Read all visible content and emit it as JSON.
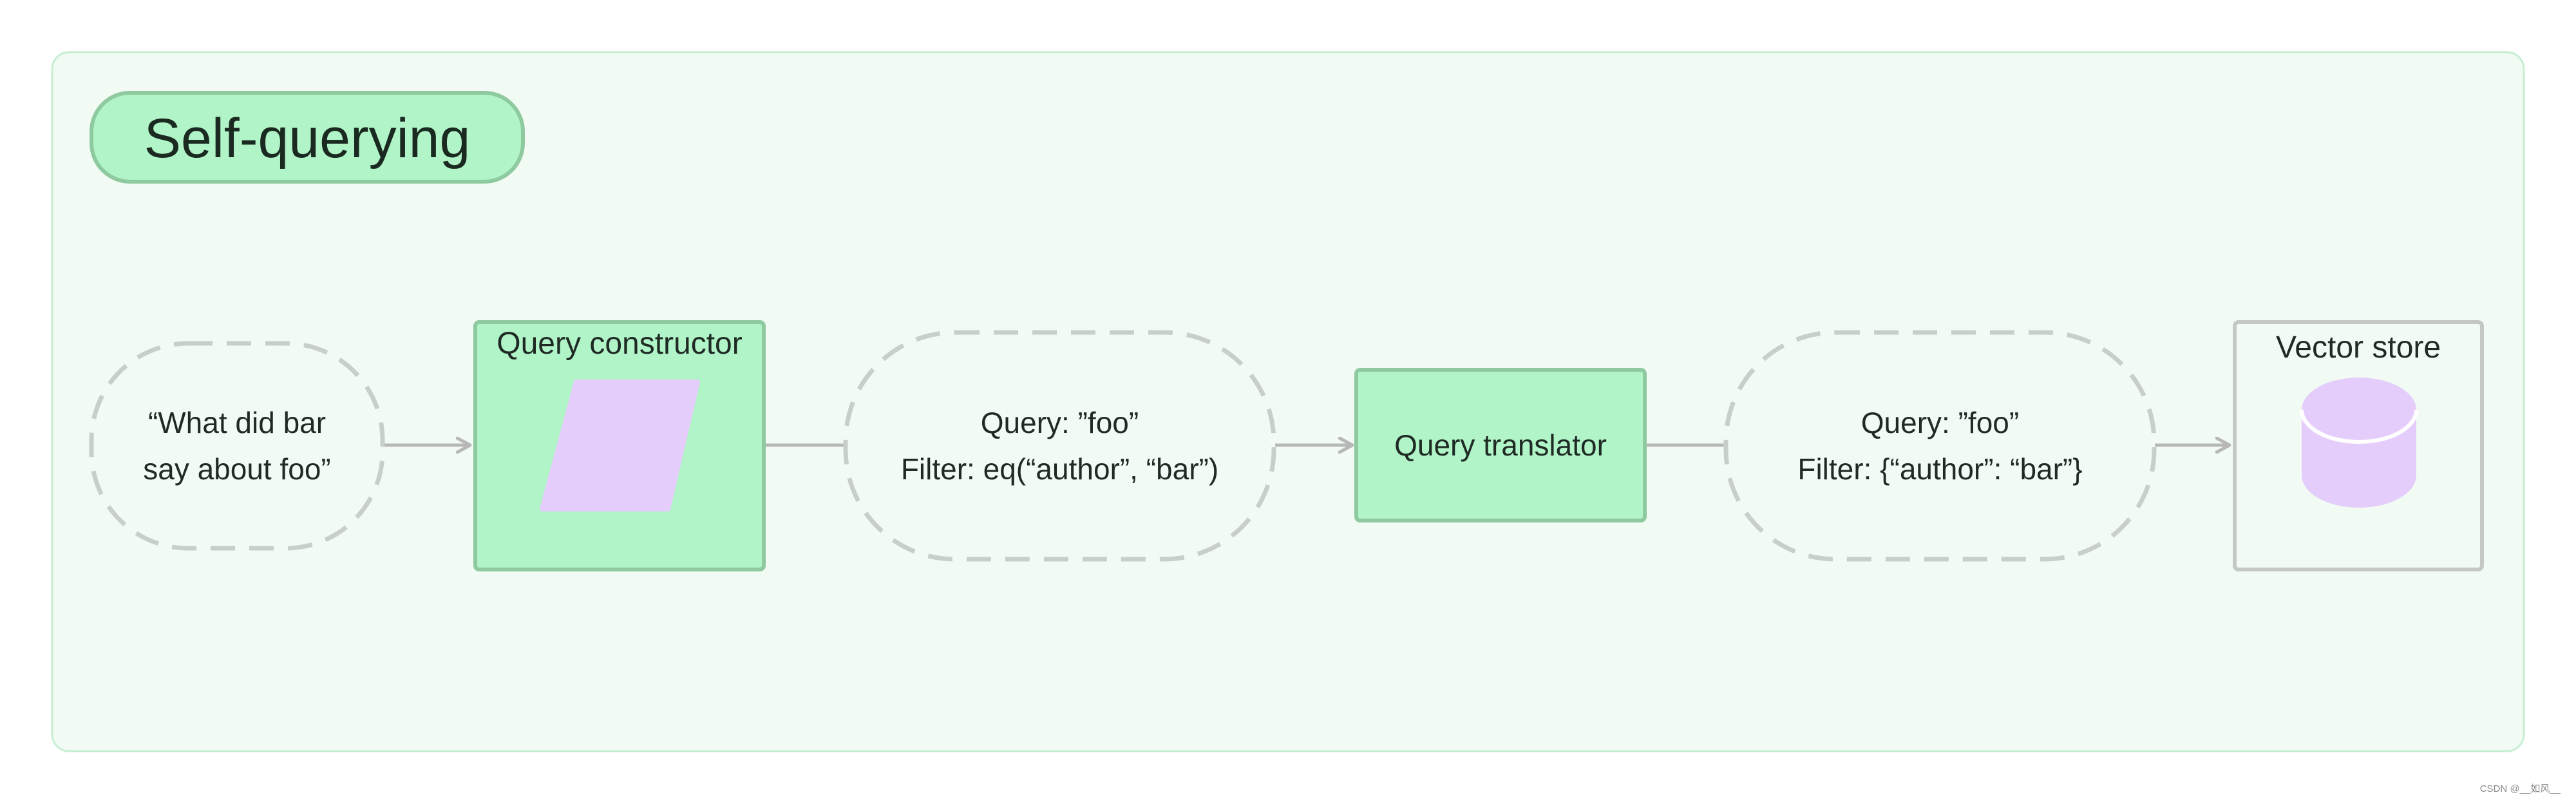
{
  "title": "Self-querying",
  "nodes": {
    "user_question": {
      "lines": [
        "“What did bar",
        "say about foo”"
      ]
    },
    "query_constructor": {
      "label": "Query constructor"
    },
    "structured_query": {
      "lines": [
        "Query: ”foo”",
        "Filter: eq(“author”, “bar”)"
      ]
    },
    "query_translator": {
      "label": "Query translator"
    },
    "translated_query": {
      "lines": [
        "Query: ”foo”",
        "Filter: {“author”: “bar”}"
      ]
    },
    "vector_store": {
      "label": "Vector store"
    }
  },
  "edges": [
    {
      "from": "user_question",
      "to": "query_constructor",
      "arrow": true
    },
    {
      "from": "query_constructor",
      "to": "structured_query",
      "arrow": false
    },
    {
      "from": "structured_query",
      "to": "query_translator",
      "arrow": true
    },
    {
      "from": "query_translator",
      "to": "translated_query",
      "arrow": false
    },
    {
      "from": "translated_query",
      "to": "vector_store",
      "arrow": true
    }
  ],
  "colors": {
    "panel_fill": "#f1fbf3",
    "panel_border": "#c6eed3",
    "green_fill": "#b0f4c8",
    "green_border": "#8ec9a0",
    "dashed_border": "#c8cfc9",
    "gray_border": "#c4c8c5",
    "purple_fill": "#e5cdfb",
    "edge": "#b7b7b7"
  },
  "watermark": "CSDN @__如风__"
}
